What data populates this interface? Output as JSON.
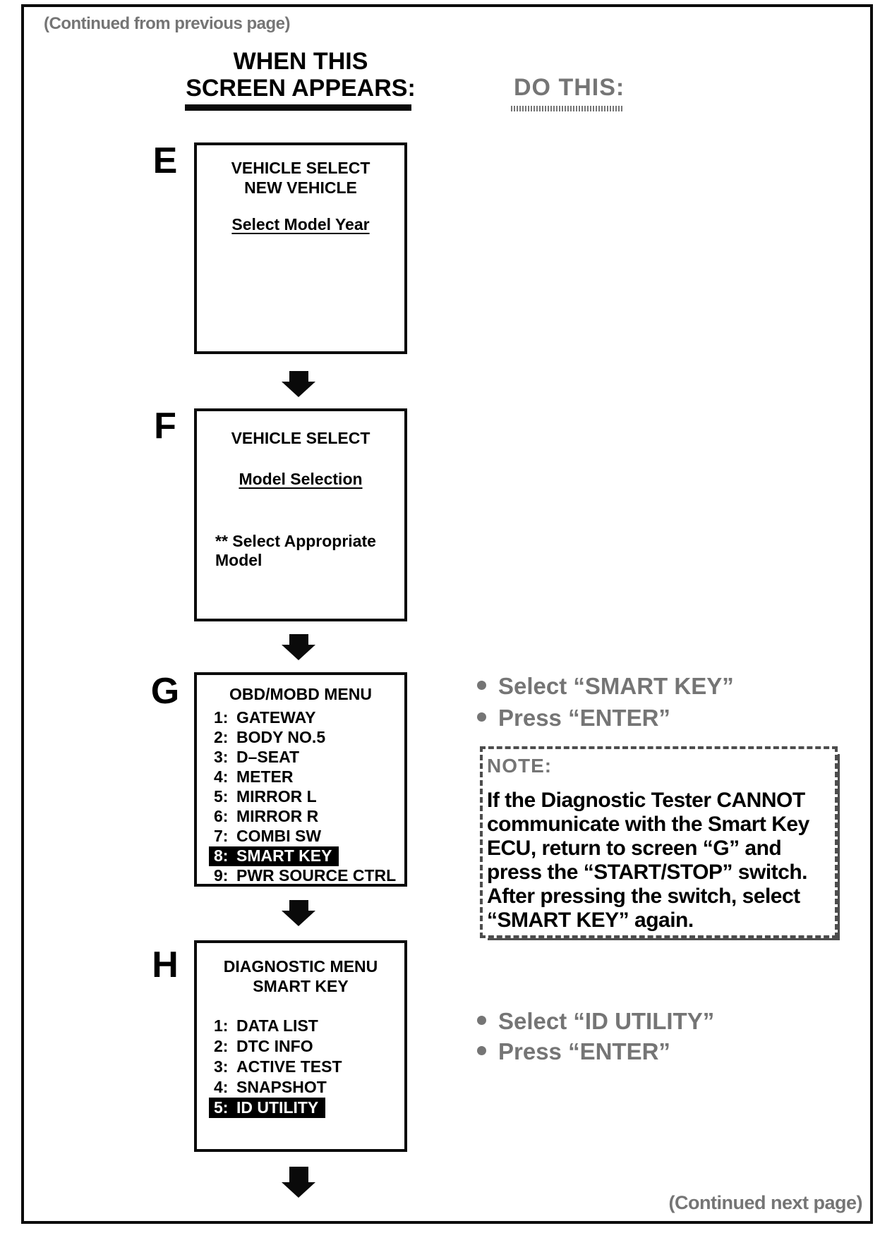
{
  "page": {
    "continued_from": "(Continued from previous page)",
    "continued_next": "(Continued next page)",
    "left_column_header": "WHEN THIS\nSCREEN APPEARS:",
    "right_column_header": "DO THIS:"
  },
  "screen_e": {
    "label": "E",
    "title": "VEHICLE SELECT\nNEW VEHICLE",
    "link_text": "Select Model Year"
  },
  "screen_f": {
    "label": "F",
    "title": "VEHICLE SELECT",
    "link_text": "Model Selection",
    "note": "** Select Appropriate\nModel"
  },
  "screen_g": {
    "label": "G",
    "title": "OBD/MOBD MENU",
    "items": [
      {
        "num": "1:",
        "label": "GATEWAY",
        "selected": false
      },
      {
        "num": "2:",
        "label": "BODY NO.5",
        "selected": false
      },
      {
        "num": "3:",
        "label": "D–SEAT",
        "selected": false
      },
      {
        "num": "4:",
        "label": "METER",
        "selected": false
      },
      {
        "num": "5:",
        "label": "MIRROR L",
        "selected": false
      },
      {
        "num": "6:",
        "label": "MIRROR R",
        "selected": false
      },
      {
        "num": "7:",
        "label": "COMBI SW",
        "selected": false
      },
      {
        "num": "8:",
        "label": "SMART KEY",
        "selected": true
      },
      {
        "num": "9:",
        "label": "PWR SOURCE CTRL",
        "selected": false
      }
    ],
    "instructions": [
      "Select “SMART KEY”",
      "Press “ENTER”"
    ]
  },
  "note_box": {
    "title": "NOTE:",
    "body": "If the Diagnostic Tester CANNOT\ncommunicate with the Smart Key\nECU, return to screen “G” and\npress the “START/STOP” switch.\nAfter pressing the switch, select\n“SMART KEY” again."
  },
  "screen_h": {
    "label": "H",
    "title": "DIAGNOSTIC MENU\nSMART KEY",
    "items": [
      {
        "num": "1:",
        "label": "DATA LIST",
        "selected": false
      },
      {
        "num": "2:",
        "label": "DTC INFO",
        "selected": false
      },
      {
        "num": "3:",
        "label": "ACTIVE TEST",
        "selected": false
      },
      {
        "num": "4:",
        "label": "SNAPSHOT",
        "selected": false
      },
      {
        "num": "5:",
        "label": "ID UTILITY",
        "selected": true
      }
    ],
    "instructions": [
      "Select “ID UTILITY”",
      "Press “ENTER”"
    ]
  },
  "colors": {
    "ink": "#0a0a0a",
    "halftone_gray": "#757575",
    "highlight_bg": "#000000",
    "highlight_text": "#ffffff"
  }
}
